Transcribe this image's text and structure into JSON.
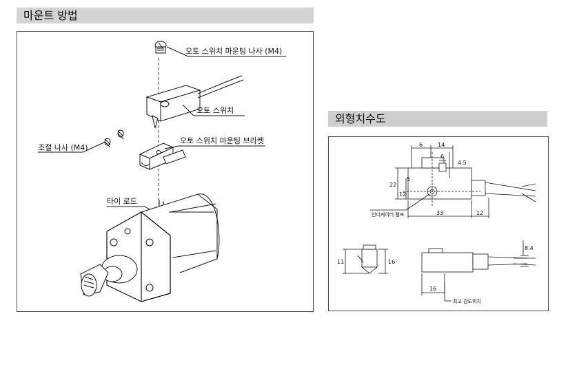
{
  "left": {
    "title": "마운트 방법",
    "labels": {
      "screw": "오토 스위치 마운팅 나사 (M4)",
      "switch": "오토 스위치",
      "bracket": "오토 스위치 마운팅 브라켓",
      "adjust": "조절 나사 (M4)",
      "tierod": "타이 로드"
    }
  },
  "right": {
    "title": "외형치수도",
    "dims": {
      "d6a": "6",
      "d14": "14",
      "d6b": "6",
      "d45": "4.5",
      "d22": "22",
      "d5": "5",
      "d12v": "12",
      "d33": "33",
      "d12h": "12",
      "d11": "11",
      "d16v": "16",
      "d84": "8.4",
      "d16h": "16"
    },
    "labels": {
      "indicator": "인디케이터 램프",
      "sensing": "최고 감도위치"
    }
  }
}
